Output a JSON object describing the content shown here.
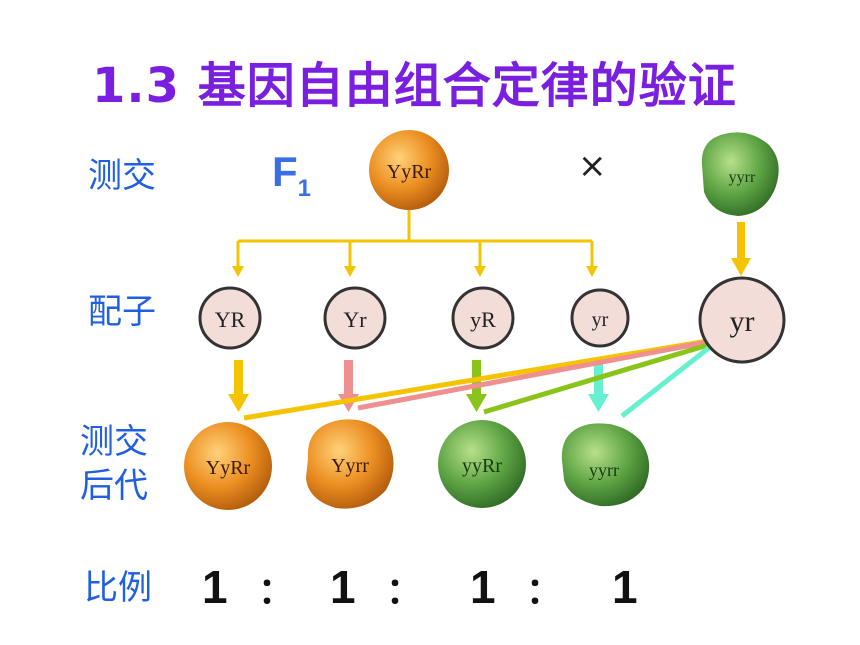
{
  "title": "1.3  基因自由组合定律的验证",
  "labels": {
    "testcross": "测交",
    "gametes": "配子",
    "offspring_line1": "测交",
    "offspring_line2": "后代",
    "ratio": "比例"
  },
  "f1": {
    "letter": "F",
    "sub": "1"
  },
  "cross_symbol": "×",
  "parents": [
    {
      "genotype": "YyRr",
      "color": "orange"
    },
    {
      "genotype": "yyrr",
      "color": "green"
    }
  ],
  "gametes_f1": [
    "YR",
    "Yr",
    "yR",
    "yr"
  ],
  "gamete_other": "yr",
  "offspring": [
    {
      "genotype": "YyRr",
      "color": "orange",
      "line_color": "#f5c400"
    },
    {
      "genotype": "Yyrr",
      "color": "orange",
      "line_color": "#f08f8f"
    },
    {
      "genotype": "yyRr",
      "color": "green",
      "line_color": "#8ac41a"
    },
    {
      "genotype": "yyrr",
      "color": "green",
      "line_color": "#66f0d0"
    }
  ],
  "colors": {
    "title": "#7a1fe0",
    "label": "#1f5fe0",
    "bracket": "#f5c400",
    "orange_pea": "#e9861e",
    "green_pea": "#5aa040",
    "gamete_fill": "#f2ddd8"
  },
  "ratio_values": [
    "1",
    "1",
    "1",
    "1"
  ],
  "ratio_separator": "："
}
